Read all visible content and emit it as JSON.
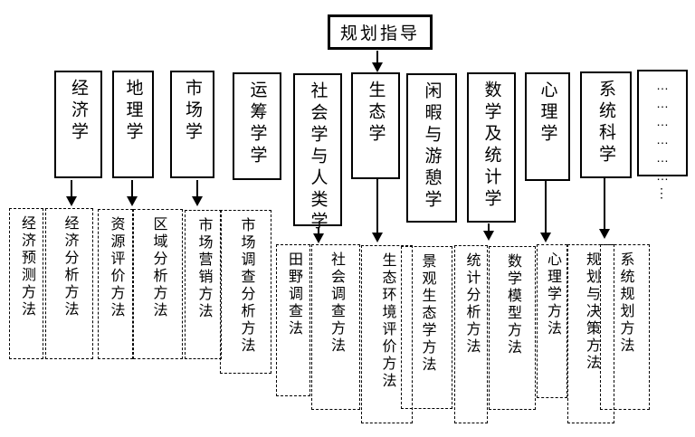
{
  "root": {
    "label": "规划指导"
  },
  "disciplines": [
    {
      "label": "经济学"
    },
    {
      "label": "地理学"
    },
    {
      "label": "市场学"
    },
    {
      "label": "运筹学学"
    },
    {
      "label": "社会学与人类学"
    },
    {
      "label": "生态学"
    },
    {
      "label": "闲暇与游憩学"
    },
    {
      "label": "数学及统计学"
    },
    {
      "label": "心理学"
    },
    {
      "label": "系统科学"
    },
    {
      "label": "………………⋮"
    }
  ],
  "methods": [
    {
      "label": "经济预测方法"
    },
    {
      "label": "经济分析方法"
    },
    {
      "label": "资源评价方法"
    },
    {
      "label": "区域分析方法"
    },
    {
      "label": "市场营销方法"
    },
    {
      "label": "市场调查分析方法"
    },
    {
      "label": "田野调查法"
    },
    {
      "label": "社会调查方法"
    },
    {
      "label": "生态环境评价方法"
    },
    {
      "label": "景观生态学方法"
    },
    {
      "label": "统计分析方法"
    },
    {
      "label": "数学模型方法"
    },
    {
      "label": "心理学方法"
    },
    {
      "label": "规划与决策方法"
    },
    {
      "label": "系统规划方法"
    }
  ],
  "connections": [
    {
      "from": "规划指导",
      "to": "生态学"
    },
    {
      "from": "经济学",
      "to": "经济预测方法 / 经济分析方法"
    },
    {
      "from": "地理学",
      "to": "资源评价方法 / 区域分析方法"
    },
    {
      "from": "市场学",
      "to": "市场营销方法 / 市场调查分析方法"
    },
    {
      "from": "社会学与人类学",
      "to": "田野调查法 / 社会调查方法"
    },
    {
      "from": "生态学",
      "to": "生态环境评价方法 / 景观生态学方法"
    },
    {
      "from": "数学及统计学",
      "to": "统计分析方法 / 数学模型方法"
    },
    {
      "from": "心理学",
      "to": "心理学方法"
    },
    {
      "from": "系统科学",
      "to": "规划与决策方法 / 系统规划方法"
    }
  ],
  "colors": {
    "line": "#000000",
    "background": "#ffffff"
  }
}
